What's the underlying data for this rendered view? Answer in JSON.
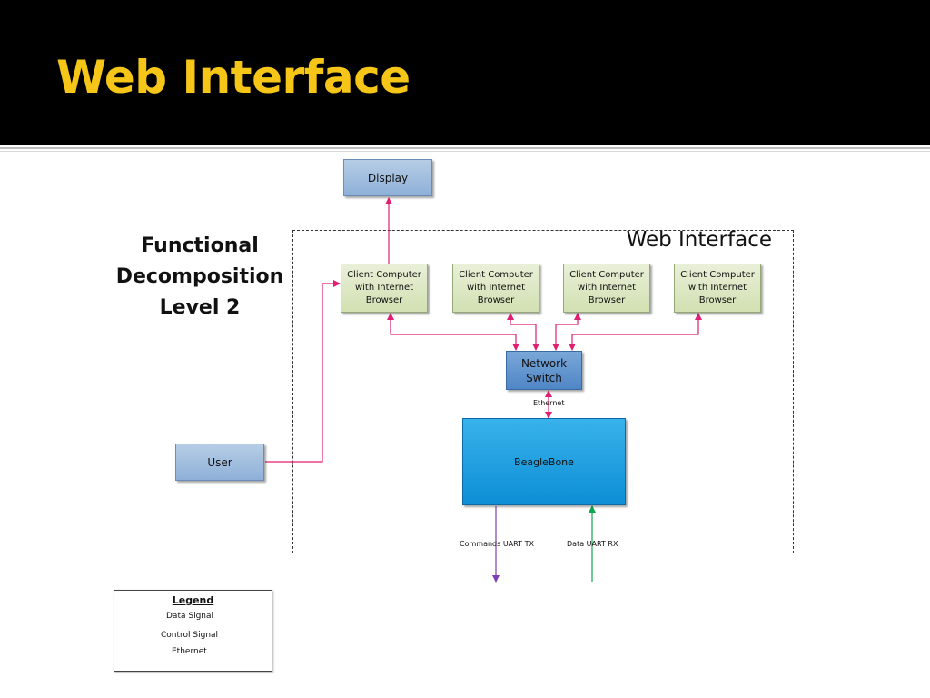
{
  "slide": {
    "title": "Web Interface"
  },
  "diagram": {
    "heading_lines": [
      "Functional",
      "Decomposition",
      "Level 2"
    ],
    "boundary_label": "Web Interface",
    "nodes": {
      "display": "Display",
      "user": "User",
      "network_switch": [
        "Network",
        "Switch"
      ],
      "beaglebone": "BeagleBone",
      "clients": [
        [
          "Client Computer",
          "with Internet",
          "Browser"
        ],
        [
          "Client Computer",
          "with Internet",
          "Browser"
        ],
        [
          "Client Computer",
          "with Internet",
          "Browser"
        ],
        [
          "Client Computer",
          "with Internet",
          "Browser"
        ]
      ]
    },
    "edge_labels": {
      "ethernet": "Ethernet",
      "commands": "Commands UART TX",
      "data": "Data UART  RX"
    }
  },
  "legend": {
    "title": "Legend",
    "items": [
      {
        "label": "Data Signal",
        "color": "#12a650"
      },
      {
        "label": "Control Signal",
        "color": "#7b3fb5"
      },
      {
        "label": "Ethernet",
        "color": "#e01e72"
      }
    ]
  },
  "colors": {
    "title": "#f5c518",
    "ethernet": "#e01e72",
    "data": "#12a650",
    "control": "#7b3fb5"
  }
}
